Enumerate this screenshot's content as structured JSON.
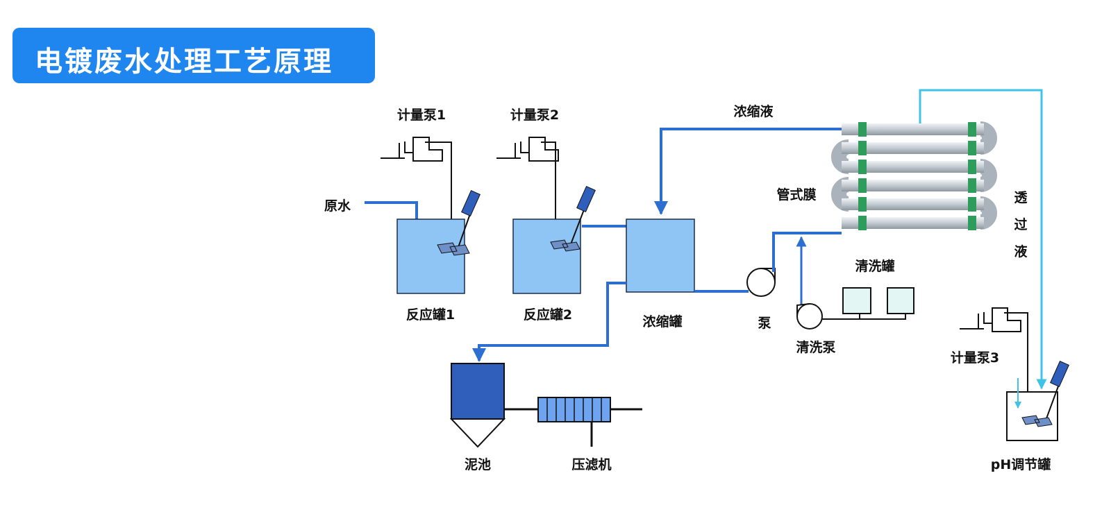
{
  "title": "电镀废水处理工艺原理",
  "labels": {
    "pump1": "计量泵1",
    "pump2": "计量泵2",
    "pump3": "计量泵3",
    "raw_water": "原水",
    "reactor1": "反应罐1",
    "reactor2": "反应罐2",
    "concentrate": "浓缩液",
    "conc_tank": "浓缩罐",
    "tubular_membrane": "管式膜",
    "permeate_1": "透",
    "permeate_2": "过",
    "permeate_3": "液",
    "pump": "泵",
    "cleaning_tank": "清洗罐",
    "cleaning_pump": "清洗泵",
    "sludge_tank": "泥池",
    "filter_press": "压滤机",
    "ph_tank": "pH调节罐"
  },
  "colors": {
    "title_bg": "#1f86f0",
    "pipe": "#2c6fd1",
    "permeate_pipe": "#3fc3e6",
    "tank_fill": "#8ec5f5",
    "sludge_fill": "#2f5fba",
    "membrane_green": "#2e9d5b",
    "cleaning_tank_fill": "#e3f6f4"
  }
}
